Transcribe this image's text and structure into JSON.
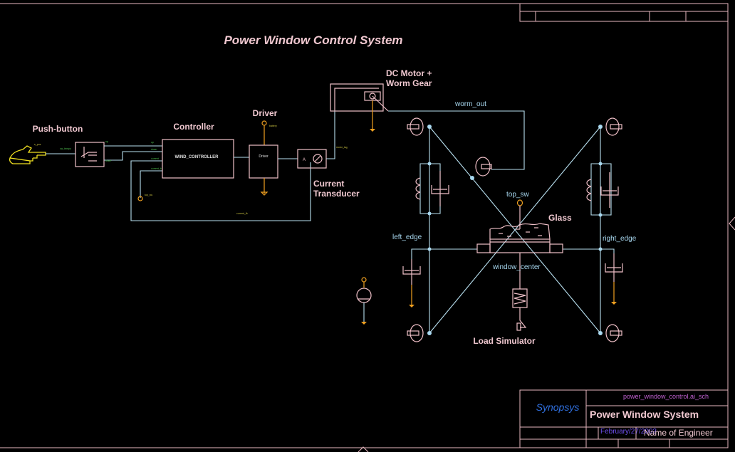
{
  "title": "Power Window Control System",
  "blocks": {
    "push_button": "Push-button",
    "controller": "Controller",
    "controller_inner": "WIND_CONTROLLER",
    "driver": "Driver",
    "driver_inner": "Driver",
    "dc_motor_line1": "DC Motor +",
    "dc_motor_line2": "Worm Gear",
    "current_line1": "Current",
    "current_line2": "Transducer",
    "current_inner": "A",
    "glass": "Glass",
    "load_simulator": "Load Simulator"
  },
  "nets": {
    "worm_out": "worm_out",
    "top_sw": "top_sw",
    "left_edge": "left_edge",
    "right_edge": "right_edge",
    "window_center": "window_center"
  },
  "pins": {
    "push_in": "s_pos",
    "push_out": "cw_tempo",
    "up": "up",
    "down": "down",
    "up2": "up",
    "down2": "down",
    "current": "current",
    "current_b": "current_b",
    "top_sw": "top_sw",
    "battery": "battery",
    "current_fb": "current_fb",
    "motor_tag": "motor_tag"
  },
  "title_block": {
    "company": "Synopsys",
    "filename": "power_window_control.ai_sch",
    "design_title": "Power Window System",
    "date": "February/27/2002",
    "engineer": "Name of Engineer"
  },
  "colors": {
    "background": "#000000",
    "symbol": "#f0c0c8",
    "wire": "#b8e0f0",
    "ground": "#f0a020",
    "company": "#3070e0",
    "filename": "#c060d0"
  }
}
